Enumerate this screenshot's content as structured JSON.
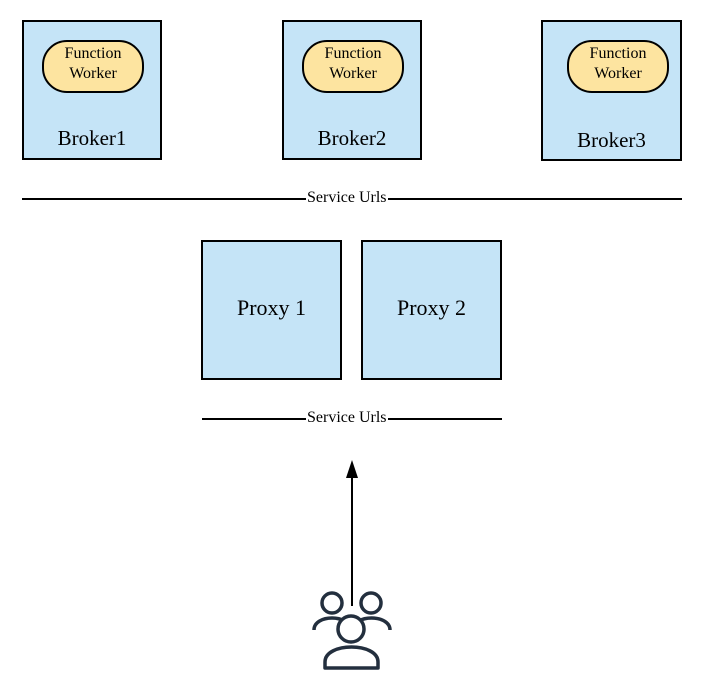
{
  "colors": {
    "box_fill": "#c5e4f7",
    "worker_fill": "#fde4a0",
    "stroke": "#000000",
    "users_icon": "#232f3e"
  },
  "brokers": [
    {
      "name": "Broker1",
      "worker_line1": "Function",
      "worker_line2": "Worker"
    },
    {
      "name": "Broker2",
      "worker_line1": "Function",
      "worker_line2": "Worker"
    },
    {
      "name": "Broker3",
      "worker_line1": "Function",
      "worker_line2": "Worker"
    }
  ],
  "broker_service_line_label": "Service Urls",
  "proxies": [
    {
      "name": "Proxy 1"
    },
    {
      "name": "Proxy 2"
    }
  ],
  "proxy_service_line_label": "Service Urls",
  "users_icon": "users-icon"
}
